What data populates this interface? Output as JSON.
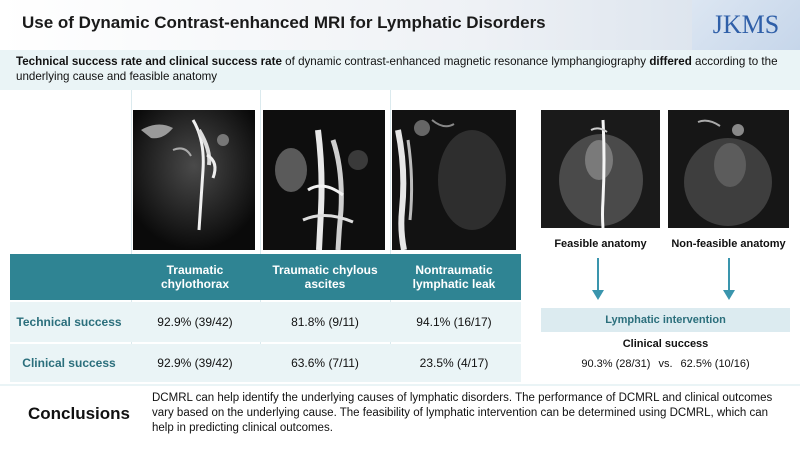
{
  "header": {
    "title": "Use of Dynamic Contrast-enhanced MRI for Lymphatic Disorders",
    "logo_text": "JKMS"
  },
  "subtitle": {
    "part1": "Technical success rate and clinical success rate",
    "part2": " of  dynamic contrast-enhanced magnetic resonance lymphangiography ",
    "part3": "differed",
    "part4": " according to the underlying cause and feasible anatomy"
  },
  "table": {
    "columns": [
      "Traumatic chylothorax",
      "Traumatic chylous ascites",
      "Nontraumatic lymphatic leak"
    ],
    "rows": [
      {
        "label": "Technical success",
        "values": [
          "92.9% (39/42)",
          "81.8% (9/11)",
          "94.1% (16/17)"
        ]
      },
      {
        "label": "Clinical success",
        "values": [
          "92.9% (39/42)",
          "63.6% (7/11)",
          "23.5% (4/17)"
        ]
      }
    ]
  },
  "anatomy": {
    "feasible_label": "Feasible anatomy",
    "nonfeasible_label": "Non-feasible anatomy",
    "intervention_label": "Lymphatic intervention",
    "clinical_success_title": "Clinical success",
    "feasible_value": "90.3% (28/31)",
    "vs": "vs.",
    "nonfeasible_value": "62.5% (10/16)"
  },
  "conclusions": {
    "title": "Conclusions",
    "text": "DCMRL can help identify the underlying causes of lymphatic disorders. The performance of DCMRL and clinical outcomes vary based on the underlying cause. The feasibility of lymphatic intervention can be determined using DCMRL, which can help in predicting clinical outcomes."
  },
  "colors": {
    "table_header": "#2f8493",
    "row_bg": "#eaf4f6",
    "accent_text": "#2b6f7c",
    "arrow": "#3a95ad",
    "logo": "#2f5fa8"
  }
}
